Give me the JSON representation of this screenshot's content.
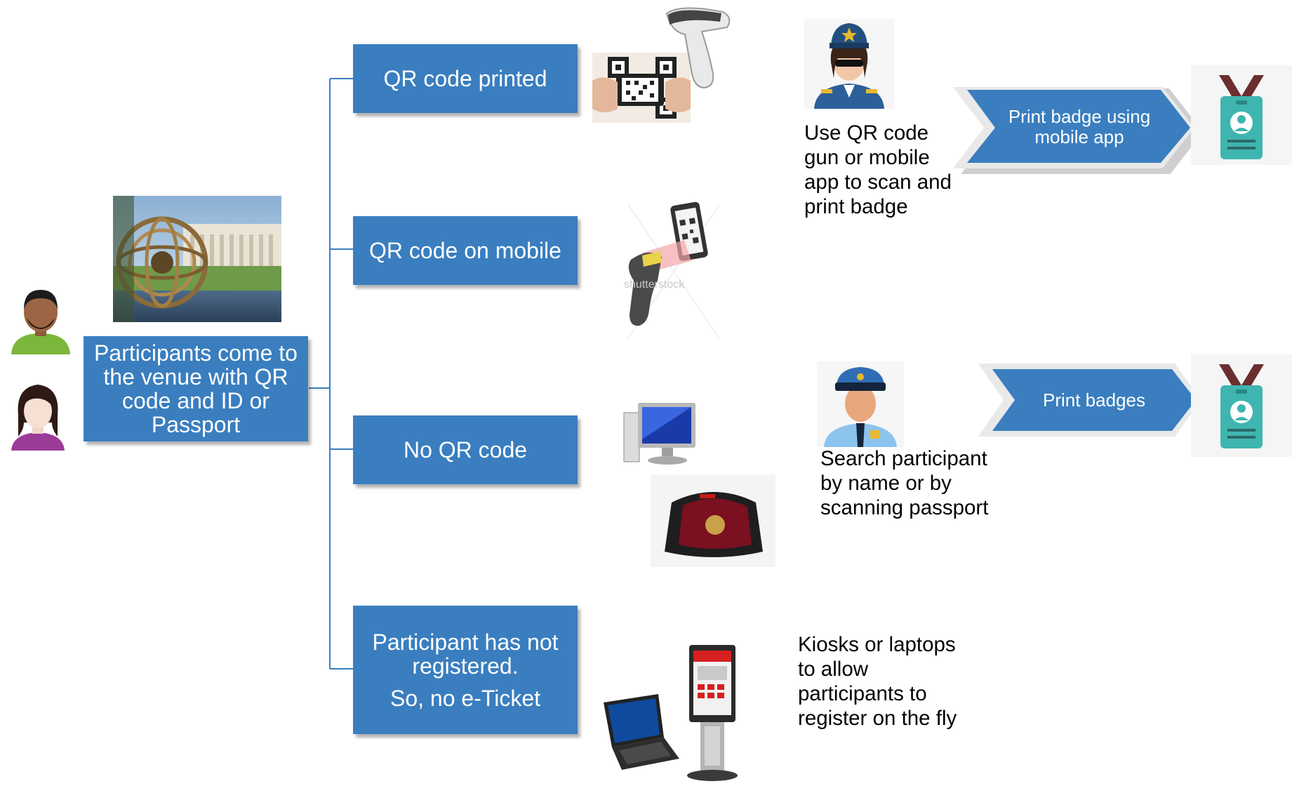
{
  "start": {
    "label": "Participants come to the venue with QR code and ID or Passport"
  },
  "branches": [
    {
      "label": "QR code printed"
    },
    {
      "label": "QR code on mobile"
    },
    {
      "label": "No QR code"
    },
    {
      "label_line1": "Participant has not registered.",
      "label_line2": "So, no e-Ticket"
    }
  ],
  "notes": {
    "qr_scan": "Use QR code gun or mobile app to scan and print badge",
    "search": "Search participant by name or by scanning passport",
    "kiosk": "Kiosks or laptops to allow participants to register on the fly"
  },
  "arrows": {
    "mobile_print": "Print badge using mobile app",
    "print_badges": "Print badges"
  },
  "colors": {
    "box": "#3a7ebf",
    "connector": "#3a7ebf"
  },
  "icons": [
    "venue-photo-icon",
    "man-avatar-icon",
    "woman-avatar-icon",
    "qr-code-scanner-icon",
    "mobile-qr-scanner-icon",
    "desktop-computer-icon",
    "passport-scanner-icon",
    "laptop-icon",
    "kiosk-icon",
    "security-officer-female-icon",
    "security-officer-male-icon",
    "id-badge-icon"
  ]
}
